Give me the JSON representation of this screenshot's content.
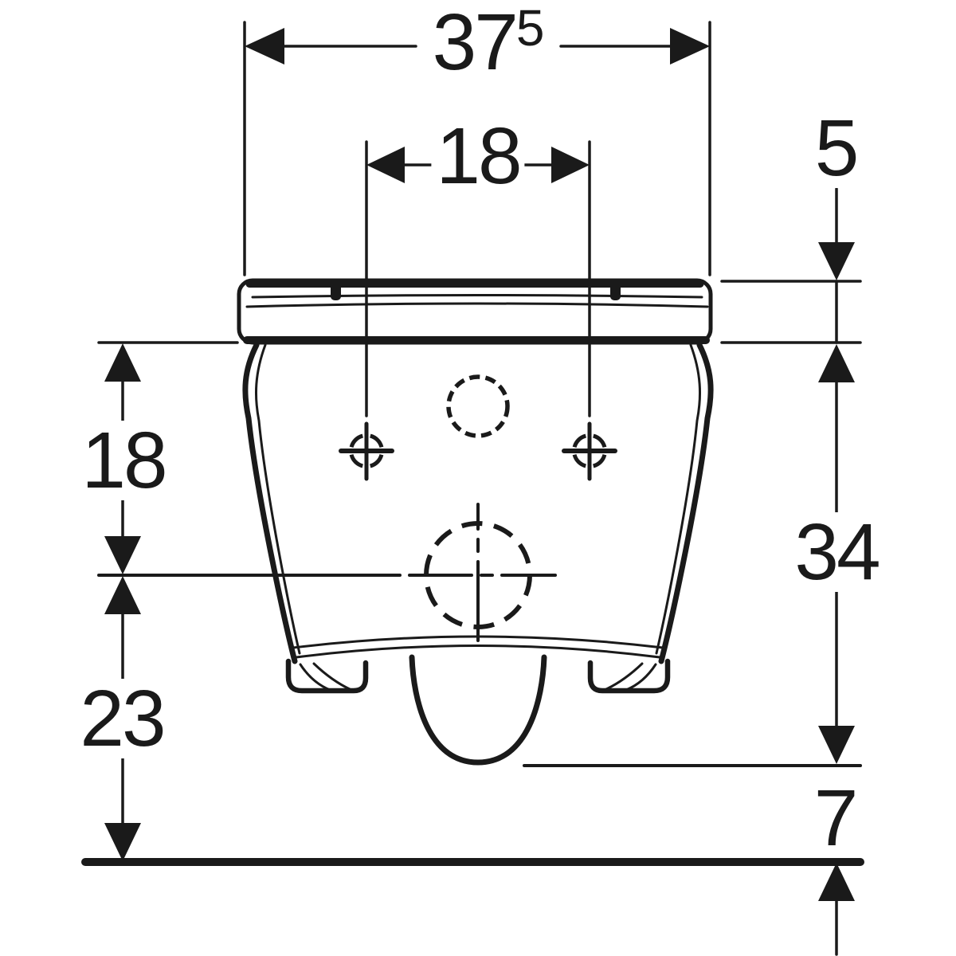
{
  "diagram": {
    "description": "Wall-hung WC technical drawing, front elevation with dimensions",
    "ink_color": "#1a1a1a",
    "background_color": "#ffffff",
    "dimensions": {
      "overall_width": {
        "main": "37",
        "sup": "5"
      },
      "fixing_hole_spacing": {
        "main": "18"
      },
      "seat_thickness": {
        "main": "5"
      },
      "rim_to_outlet_axis": {
        "main": "18"
      },
      "outlet_axis_to_floor": {
        "main": "23"
      },
      "body_height": {
        "main": "34"
      },
      "outlet_to_floor_clearance": {
        "main": "7"
      }
    }
  }
}
